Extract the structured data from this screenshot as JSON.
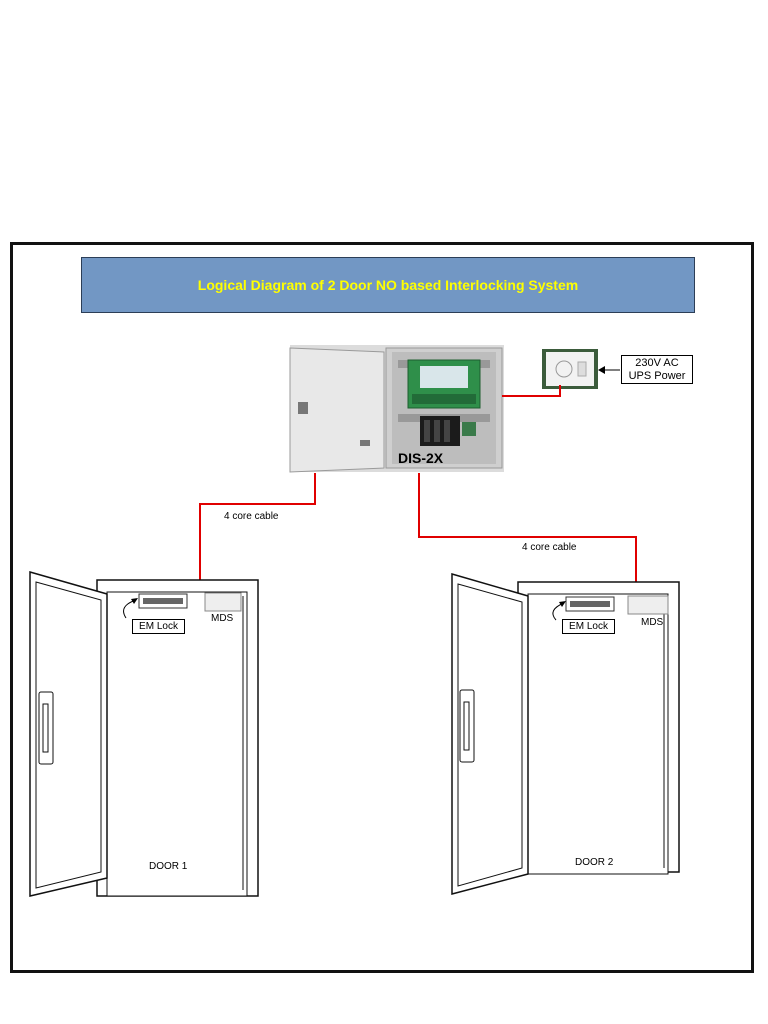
{
  "title": "Logical Diagram of 2 Door NO based Interlocking System",
  "controller": {
    "name": "DIS-2X"
  },
  "power": {
    "line1": "230V AC",
    "line2": "UPS Power"
  },
  "cables": {
    "left": "4 core cable",
    "right": "4 core cable"
  },
  "doors": [
    {
      "label": "DOOR 1",
      "lock_label": "EM Lock",
      "sensor_label": "MDS"
    },
    {
      "label": "DOOR 2",
      "lock_label": "EM Lock",
      "sensor_label": "MDS"
    }
  ],
  "colors": {
    "banner": "#7297c4",
    "title_text": "#ffff00",
    "cable": "#e00000"
  }
}
